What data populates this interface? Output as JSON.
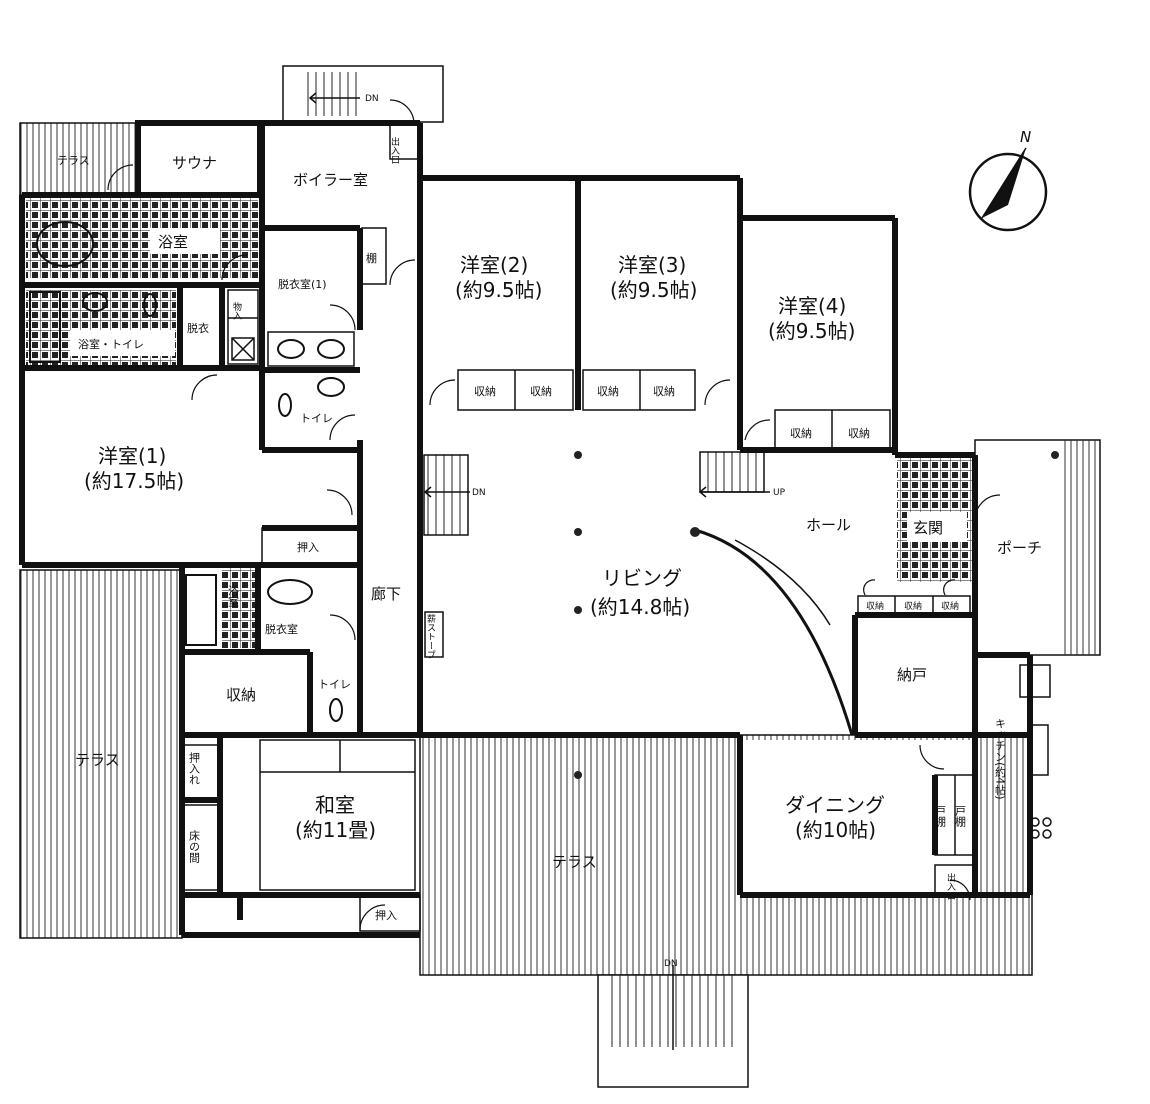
{
  "compass": {
    "north": "N"
  },
  "rooms": {
    "terrace_nw": "テラス",
    "sauna": "サウナ",
    "boiler": "ボイラー室",
    "exit_top": "出入口",
    "bath_top": "浴室",
    "dressing1": "脱衣室(1)",
    "shelf": "棚",
    "storage_mono": "物入",
    "dressing_small": "脱衣",
    "bath_toilet": "浴室・トイレ",
    "toilet1": "トイレ",
    "western1_name": "洋室(1)",
    "western1_size": "(約17.5帖)",
    "western2_name": "洋室(2)",
    "western2_size": "(約9.5帖)",
    "western3_name": "洋室(3)",
    "western3_size": "(約9.5帖)",
    "western4_name": "洋室(4)",
    "western4_size": "(約9.5帖)",
    "closet": "収納",
    "oshiire": "押入",
    "bath_small": "浴室",
    "dressing_room": "脱衣室",
    "corridor": "廊下",
    "stove": "薪ストーブ",
    "living_name": "リビング",
    "living_size": "(約14.8帖)",
    "hall": "ホール",
    "entrance": "玄関",
    "porch": "ポーチ",
    "nando": "納戸",
    "toilet2": "トイレ",
    "terrace_w": "テラス",
    "oshiire_re": "押入れ",
    "tokonoma": "床の間",
    "washitsu_name": "和室",
    "washitsu_size": "(約11畳)",
    "terrace_s": "テラス",
    "dining_name": "ダイニング",
    "dining_size": "(約10帖)",
    "todana": "戸棚",
    "kitchen": "キッチン(約4帖)",
    "exit_bottom": "出入口"
  },
  "stairs": {
    "dn": "DN",
    "up": "UP"
  }
}
